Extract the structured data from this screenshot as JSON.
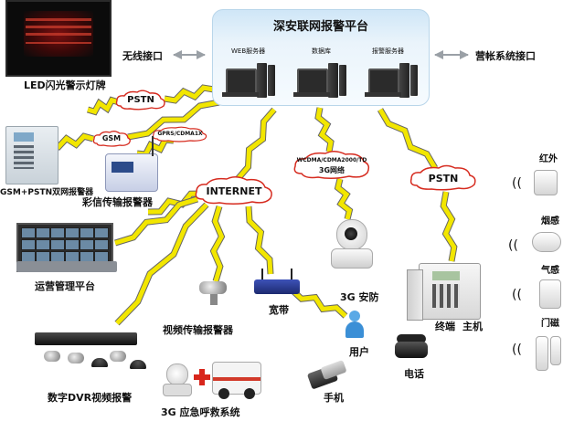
{
  "platform": {
    "title": "深安联网报警平台",
    "servers": [
      "WEB服务器",
      "数据库",
      "报警服务器"
    ]
  },
  "interfaces": {
    "wireless": "无线接口",
    "camp": "营帐系统接口"
  },
  "led": {
    "label": "LED闪光警示灯牌"
  },
  "clouds": {
    "pstn_left": "PSTN",
    "gsm": "GSM",
    "gprs": "GPRS/CDMA1X",
    "internet": "INTERNET",
    "net3g_small": "WCDMA/CDMA2000/TD",
    "net3g": "3G网络",
    "pstn_right": "PSTN"
  },
  "devices": {
    "dual_alarm": "GSM+PSTN双网报警器",
    "mms_alarm": "彩信传输报警器",
    "ops_platform": "运营管理平台",
    "video_alarm": "视频传输报警器",
    "broadband": "宽带",
    "security_3g": "3G 安防",
    "user": "用户",
    "mobile": "手机",
    "terminal": "终端",
    "host": "主机",
    "telephone": "电话",
    "dvr_alarm": "数字DVR视频报警",
    "rescue_3g": "3G 应急呼救系统"
  },
  "sensors": [
    "红外",
    "烟感",
    "气感",
    "门磁"
  ],
  "colors": {
    "link": "#f2e600",
    "link_outline": "#666666",
    "cloud_stroke": "#d62b1f",
    "platform_top": "#cfe6f7",
    "led_text": "#c43a2a"
  },
  "icons": {
    "led_sign": "led-sign-icon",
    "server": "server-icon",
    "cloud": "cloud-icon",
    "sensor": "sensor-icon",
    "signal": "signal-wave-icon"
  }
}
